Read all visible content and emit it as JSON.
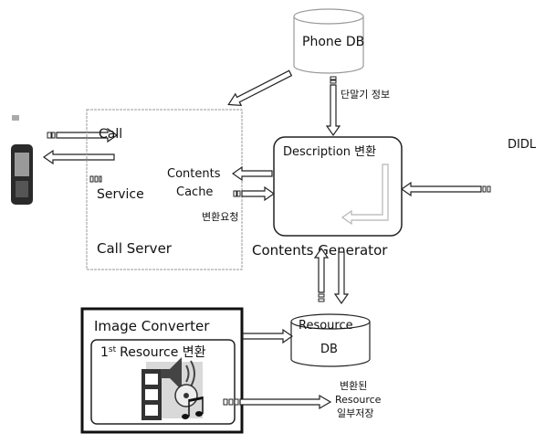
{
  "diagram": {
    "phone_db": {
      "label": "Phone DB"
    },
    "terminal_info_label": "단말기 정보",
    "didl_label": "DIDL",
    "call_server": {
      "call_label": "Call",
      "service_label": "Service",
      "contents_cache_line1": "Contents",
      "contents_cache_line2": "Cache",
      "title": "Call Server"
    },
    "conversion_request_label": "변환요청",
    "contents_generator": {
      "description_label": "Description 변환",
      "title": "Contents Generator"
    },
    "image_converter": {
      "title": "Image Converter",
      "resource_step": {
        "number": "1",
        "suffix": "st",
        "label": "Resource 변환"
      }
    },
    "resource_db": {
      "line1": "Resource",
      "line2": "DB"
    },
    "converted_note": {
      "line1": "변환된",
      "line2": "Resource",
      "line3": "일부저장"
    }
  },
  "icons": [
    "mobile-phone-icon",
    "antenna-icon",
    "film-strip-icon",
    "speaker-icon",
    "disc-icon",
    "music-notes-icon"
  ],
  "colors": {
    "line": "#222222",
    "light_border": "#999999",
    "inner_arrow": "#b5b5b5"
  }
}
